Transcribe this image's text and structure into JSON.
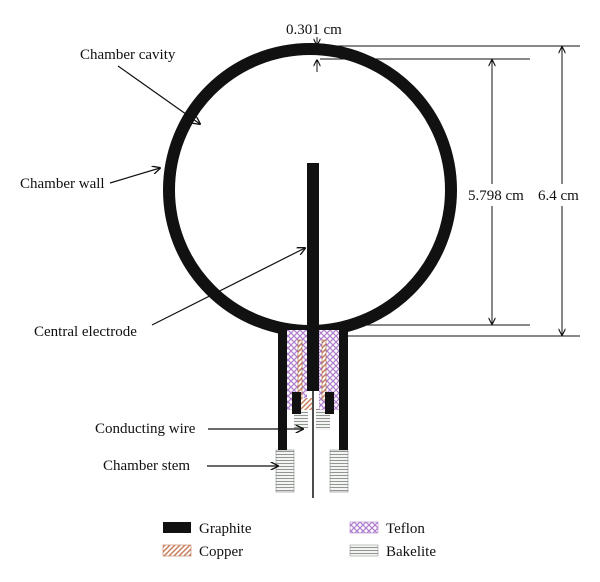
{
  "labels": {
    "wall_thickness": "0.301 cm",
    "chamber_cavity": "Chamber cavity",
    "chamber_wall": "Chamber wall",
    "central_electrode": "Central electrode",
    "conducting_wire": "Conducting wire",
    "chamber_stem": "Chamber stem",
    "inner_diameter": "5.798 cm",
    "outer_diameter": "6.4 cm"
  },
  "legend": [
    {
      "label": "Graphite",
      "material": "graphite",
      "color": "#111111"
    },
    {
      "label": "Teflon",
      "material": "teflon",
      "color": "#c39bd3"
    },
    {
      "label": "Copper",
      "material": "copper",
      "color": "#c87a5a"
    },
    {
      "label": "Bakelite",
      "material": "bakelite",
      "color": "#9aa39a"
    }
  ],
  "colors": {
    "graphite": "#111111",
    "teflon": "#b98fd0",
    "copper": "#c8825f",
    "bakelite": "#a3aaa3"
  }
}
